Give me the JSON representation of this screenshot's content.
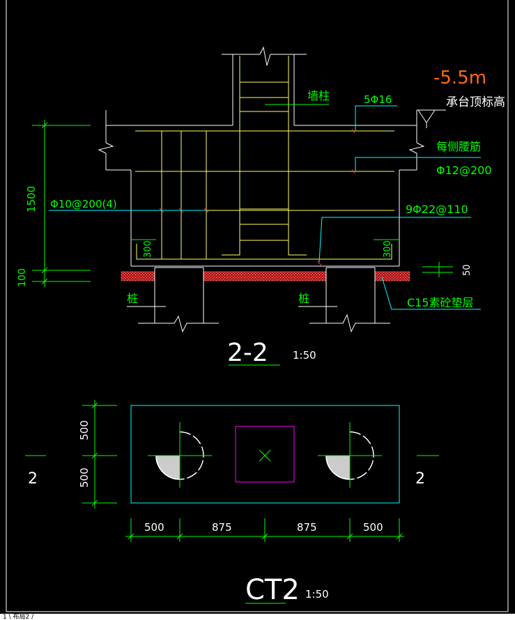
{
  "section": {
    "title": "2-2",
    "scale": "1:50",
    "labels": {
      "wall_column": "墙柱",
      "top_bar": "5Φ16",
      "elevation": "-5.5m",
      "elevation_note": "承台顶标高",
      "side_bar_title": "每侧腰筋",
      "side_bar": "Φ12@200",
      "stirrup": "Φ10@200(4)",
      "bottom_bar": "9Φ22@110",
      "pile_left": "桩",
      "pile_right": "桩",
      "cushion": "C15素砼垫层",
      "dim_height": "1500",
      "dim_cushion": "100",
      "dim_embed_left": "300",
      "dim_embed_right": "300",
      "dim_small": "50"
    }
  },
  "plan": {
    "title": "CT2",
    "scale": "1:50",
    "cut_left": "2",
    "cut_right": "2",
    "dims_v": [
      "500",
      "500"
    ],
    "dims_h": [
      "500",
      "875",
      "875",
      "500"
    ]
  },
  "status": {
    "tab": "1 \\ 布局2 /"
  },
  "colors": {
    "background": "#000000",
    "dimension": "#00ff00",
    "rebar": "#ffff66",
    "concrete": "#ffffff",
    "leader": "#00ffff",
    "outline_plan": "#00ffff",
    "column_plan": "#ff00ff",
    "elevation": "#ff6a13",
    "cushion": "#cc2222"
  }
}
